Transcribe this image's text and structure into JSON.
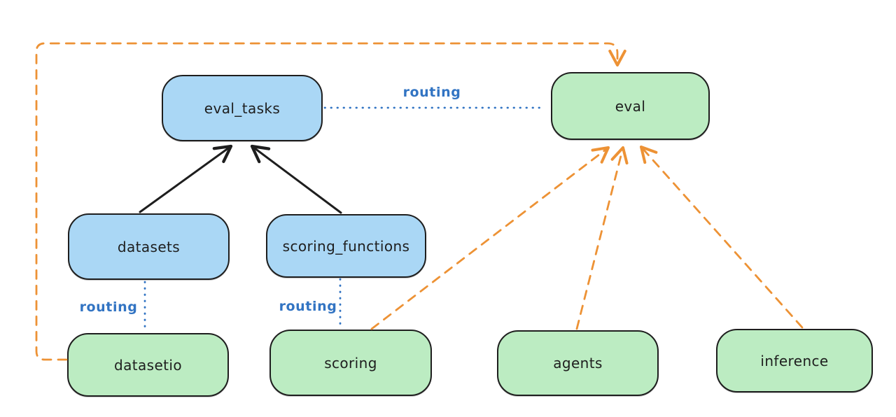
{
  "diagram": {
    "palette": {
      "background": "#ffffff",
      "node_border": "#1e1e1e",
      "api_node_fill": "#aad7f5",
      "provider_node_fill": "#bcecc2",
      "routing_blue": "#3274c3",
      "provider_orange": "#ed9235",
      "dependency_black": "#1e1e1e",
      "text": "#1e1e1e"
    },
    "nodes": {
      "eval_tasks": {
        "label": "eval_tasks",
        "fill": "#aad7f5"
      },
      "eval": {
        "label": "eval",
        "fill": "#bcecc2"
      },
      "datasets": {
        "label": "datasets",
        "fill": "#aad7f5"
      },
      "scoring_functions": {
        "label": "scoring_functions",
        "fill": "#aad7f5"
      },
      "datasetio": {
        "label": "datasetio",
        "fill": "#bcecc2"
      },
      "scoring": {
        "label": "scoring",
        "fill": "#bcecc2"
      },
      "agents": {
        "label": "agents",
        "fill": "#bcecc2"
      },
      "inference": {
        "label": "inference",
        "fill": "#bcecc2"
      }
    },
    "edges": [
      {
        "from": "datasets",
        "to": "eval_tasks",
        "style": "solid-arrow",
        "color": "#1e1e1e"
      },
      {
        "from": "scoring_functions",
        "to": "eval_tasks",
        "style": "solid-arrow",
        "color": "#1e1e1e"
      },
      {
        "from": "eval_tasks",
        "to": "eval",
        "style": "dotted",
        "color": "#3274c3",
        "label": "routing"
      },
      {
        "from": "datasets",
        "to": "datasetio",
        "style": "dotted",
        "color": "#3274c3",
        "label": "routing"
      },
      {
        "from": "scoring_functions",
        "to": "scoring",
        "style": "dotted",
        "color": "#3274c3",
        "label": "routing"
      },
      {
        "from": "datasetio",
        "to": "eval",
        "style": "dashed-arrow",
        "color": "#ed9235"
      },
      {
        "from": "scoring",
        "to": "eval",
        "style": "dashed-arrow",
        "color": "#ed9235"
      },
      {
        "from": "agents",
        "to": "eval",
        "style": "dashed-arrow",
        "color": "#ed9235"
      },
      {
        "from": "inference",
        "to": "eval",
        "style": "dashed-arrow",
        "color": "#ed9235"
      }
    ]
  }
}
